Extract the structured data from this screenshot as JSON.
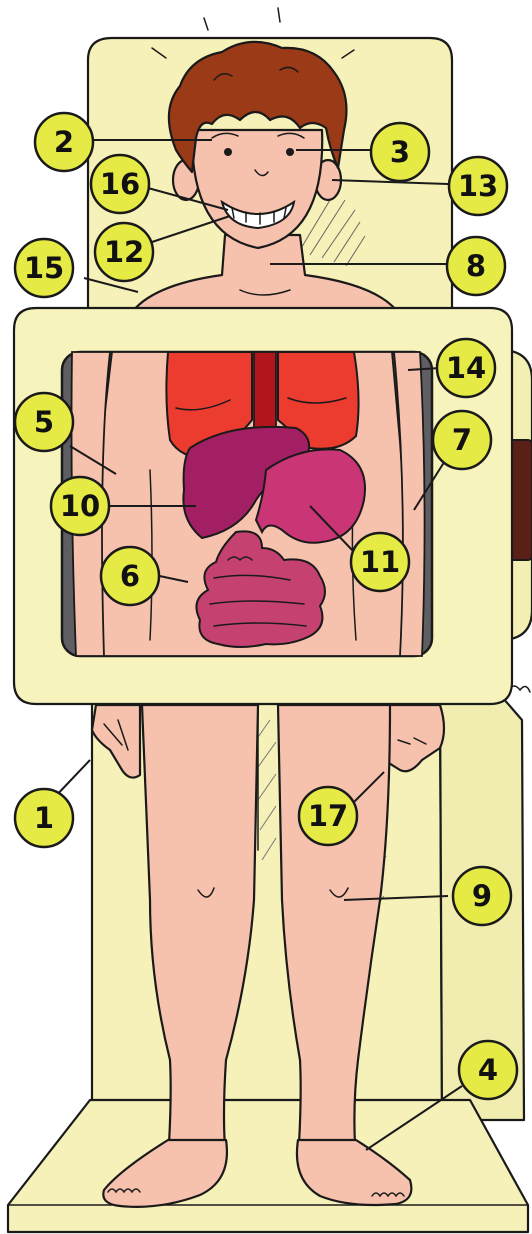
{
  "colors": {
    "machine": "#f6f1b8",
    "screen_frame": "#f7f3bd",
    "screen_bg": "#5f5f63",
    "skin": "#f6c2ad",
    "hair": "#9a3a16",
    "lungs": "#ec3b2f",
    "trachea": "#b3151d",
    "liver": "#a21f63",
    "stomach": "#c93575",
    "intestine": "#c5416f",
    "badge": "#e6ea45",
    "ink": "#1a1a1a"
  },
  "labels": [
    {
      "id": "label-1",
      "text": "1",
      "target": "hand"
    },
    {
      "id": "label-2",
      "text": "2",
      "target": "eyebrow"
    },
    {
      "id": "label-3",
      "text": "3",
      "target": "eye"
    },
    {
      "id": "label-4",
      "text": "4",
      "target": "foot"
    },
    {
      "id": "label-5",
      "text": "5",
      "target": "rib-cage"
    },
    {
      "id": "label-6",
      "text": "6",
      "target": "abdomen"
    },
    {
      "id": "label-7",
      "text": "7",
      "target": "arm"
    },
    {
      "id": "label-8",
      "text": "8",
      "target": "neck"
    },
    {
      "id": "label-9",
      "text": "9",
      "target": "knee"
    },
    {
      "id": "label-10",
      "text": "10",
      "target": "liver"
    },
    {
      "id": "label-11",
      "text": "11",
      "target": "stomach"
    },
    {
      "id": "label-12",
      "text": "12",
      "target": "mouth"
    },
    {
      "id": "label-13",
      "text": "13",
      "target": "ear"
    },
    {
      "id": "label-14",
      "text": "14",
      "target": "shoulder"
    },
    {
      "id": "label-15",
      "text": "15",
      "target": "shoulder-left"
    },
    {
      "id": "label-16",
      "text": "16",
      "target": "teeth"
    },
    {
      "id": "label-17",
      "text": "17",
      "target": "thigh"
    }
  ]
}
